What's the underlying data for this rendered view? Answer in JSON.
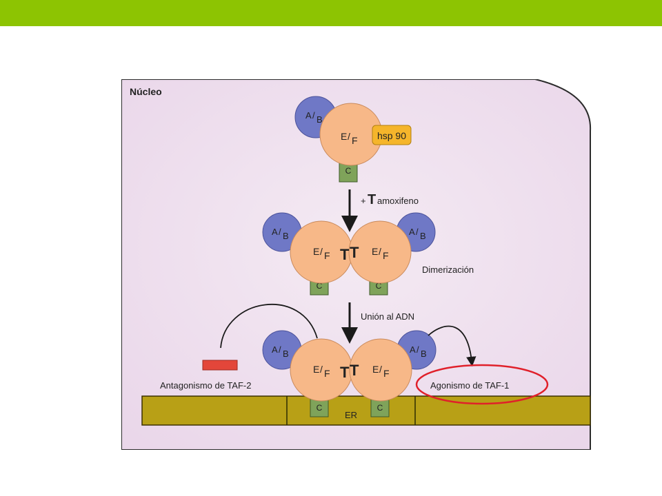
{
  "colors": {
    "topbar": "#8dc402",
    "nucleus_bg": "#ead7ea",
    "domain_ab": "#6f78c6",
    "domain_ef": "#f7b888",
    "domain_c": "#7fa35a",
    "hsp90": "#f5b52b",
    "membrane": "#b8a016",
    "antagonism_bar": "#e3463a",
    "highlight_ellipse": "#e0202a"
  },
  "figure": {
    "region_label": "Núcleo",
    "hsp": "hsp 90",
    "domain_ab": {
      "a": "A",
      "b": "B"
    },
    "domain_ef": {
      "e": "E",
      "f": "F"
    },
    "domain_c": "C",
    "ligand": "T",
    "step1": {
      "big_t": "T",
      "rest": "amoxifeno",
      "plus": "+"
    },
    "dimerization": "Dimerización",
    "step2": "Unión al ADN",
    "antagonism": "Antagonismo de TAF-2",
    "agonism": "Agonismo de TAF-1",
    "er": "ER"
  }
}
